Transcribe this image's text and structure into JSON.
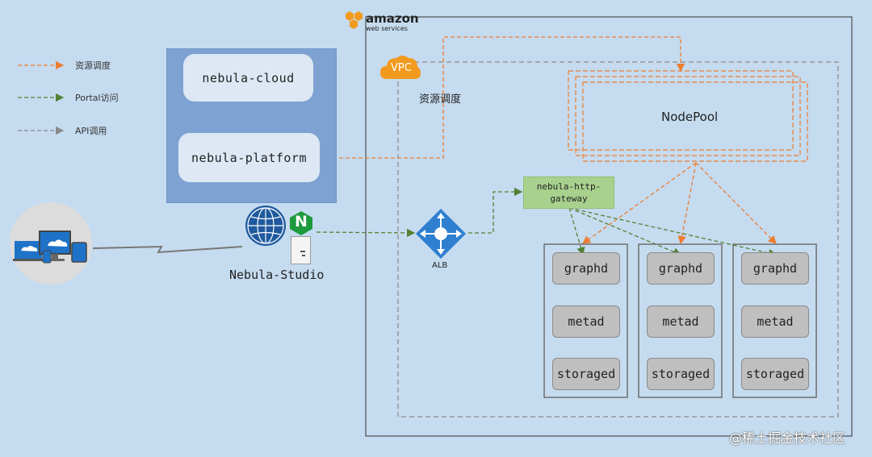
{
  "legend": {
    "items": [
      {
        "label": "资源调度"
      },
      {
        "label": "Portal访问"
      },
      {
        "label": "API调用"
      }
    ]
  },
  "platform": {
    "cloud_label": "nebula-cloud",
    "platform_label": "nebula-platform"
  },
  "studio": {
    "label": "Nebula-Studio",
    "nginx_letter": "N"
  },
  "aws": {
    "brand": "amazon",
    "sub": "web services"
  },
  "vpc": {
    "label": "VPC",
    "scheduling_label": "资源调度"
  },
  "nodepool": {
    "label": "NodePool"
  },
  "gateway": {
    "line1": "nebula-http-",
    "line2": "gateway"
  },
  "alb": {
    "label": "ALB"
  },
  "columns": [
    {
      "graphd": "graphd",
      "metad": "metad",
      "storaged": "storaged"
    },
    {
      "graphd": "graphd",
      "metad": "metad",
      "storaged": "storaged"
    },
    {
      "graphd": "graphd",
      "metad": "metad",
      "storaged": "storaged"
    }
  ],
  "watermark": "@稀土掘金技术社区",
  "colors": {
    "orange": "#ed7d31",
    "green": "#548235",
    "gray": "#8a8a8a"
  }
}
